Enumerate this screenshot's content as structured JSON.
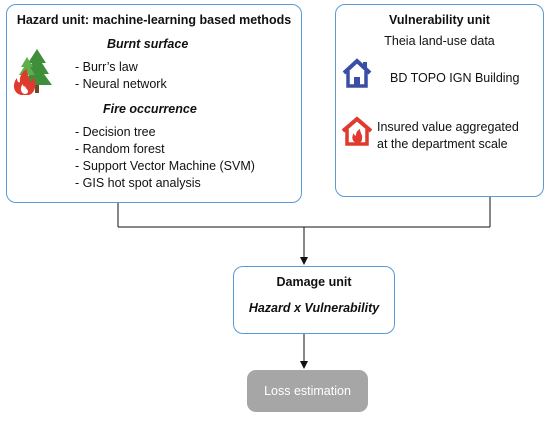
{
  "hazard": {
    "title": "Hazard unit: machine-learning based methods",
    "burnt_surface": {
      "heading": "Burnt surface",
      "items": [
        "- Burr’s law",
        "- Neural network"
      ]
    },
    "fire_occurrence": {
      "heading": "Fire occurrence",
      "items": [
        "- Decision tree",
        "- Random forest",
        "- Support Vector Machine (SVM)",
        "- GIS hot spot analysis"
      ]
    },
    "icon": "forest-fire-icon"
  },
  "vulnerability": {
    "title": "Vulnerability unit",
    "land_use": "Theia land-use data",
    "building": "BD TOPO IGN Building",
    "insured_line1": "Insured value aggregated",
    "insured_line2": "at the department scale",
    "icons": [
      "house-icon",
      "house-fire-icon"
    ]
  },
  "damage": {
    "title": "Damage unit",
    "formula": "Hazard x Vulnerability"
  },
  "loss": {
    "label": "Loss estimation"
  },
  "colors": {
    "box_border": "#5b9bd5",
    "loss_fill": "#a6a6a6",
    "house_blue": "#3a4fa3",
    "fire_red": "#e03a2f",
    "tree_green": "#3f8f3a"
  }
}
